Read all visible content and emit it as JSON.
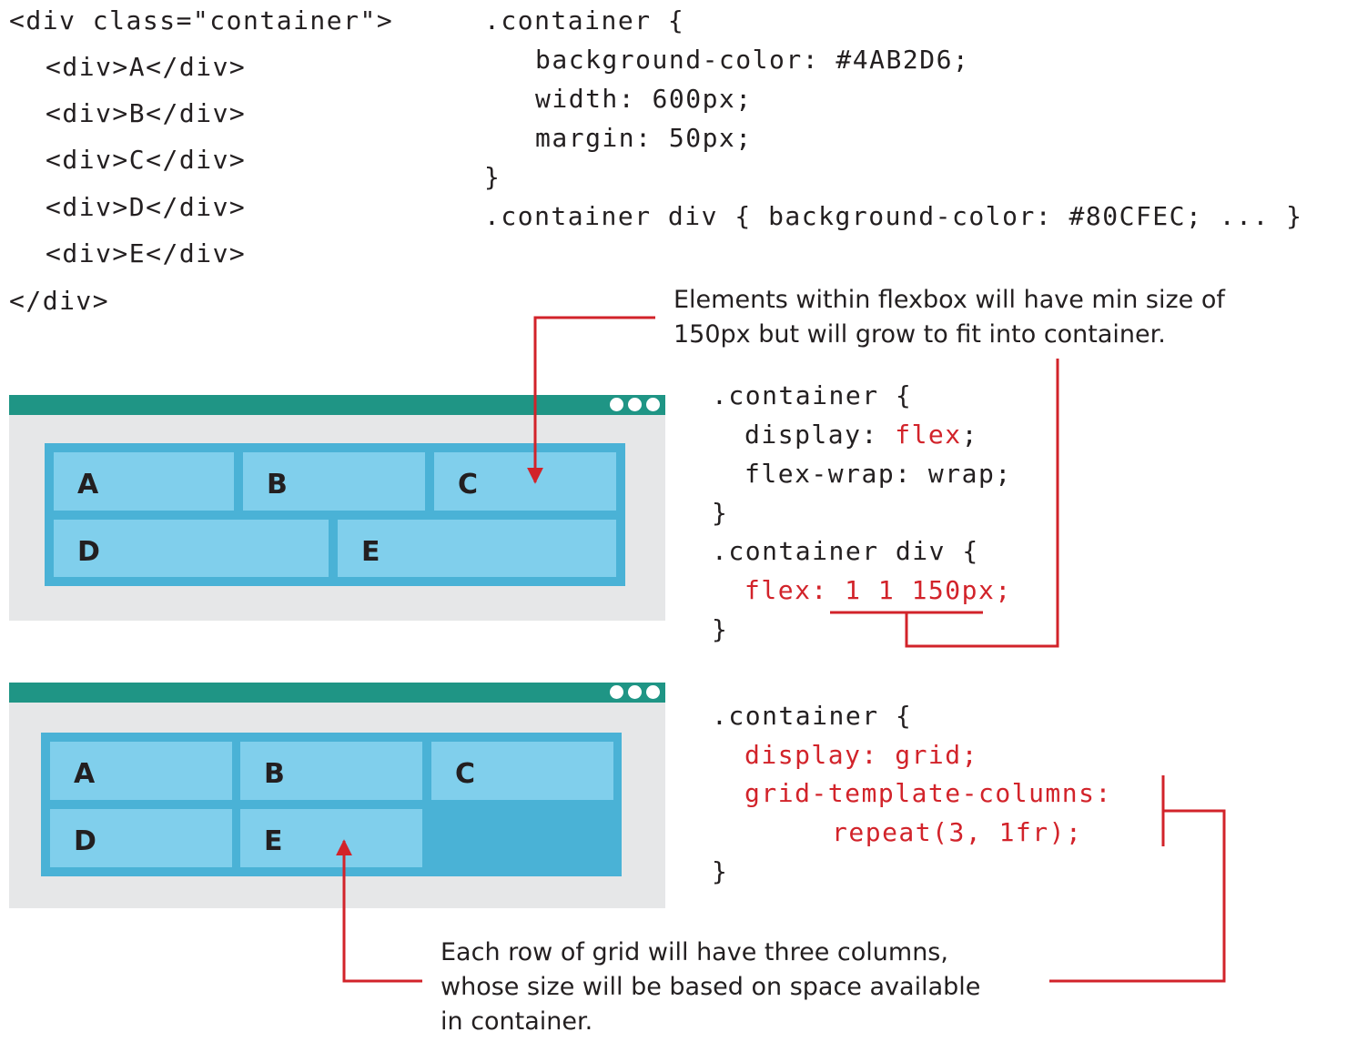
{
  "html_code": [
    "<div class=\"container\">",
    "<div>A</div>",
    "<div>B</div>",
    "<div>C</div>",
    "<div>D</div>",
    "<div>E</div>",
    "</div>"
  ],
  "base_css": [
    ".container {",
    "background-color: #4AB2D6;",
    "width: 600px;",
    "margin: 50px;",
    "}",
    ".container div { background-color: #80CFEC; ... }"
  ],
  "flex_css": {
    "l1": ".container {",
    "l2_prop": "display: ",
    "l2_val": "flex",
    "l2_end": ";",
    "l3": "flex-wrap: wrap;",
    "l4": "}",
    "l5": ".container div {",
    "l6": "flex: 1 1 150px;",
    "l7": "}"
  },
  "grid_css": {
    "l1": ".container {",
    "l2": "display: grid;",
    "l3": "grid-template-columns:",
    "l4": "repeat(3, 1fr);",
    "l5": "}"
  },
  "annotations": {
    "flex_note": "Elements within flexbox will have min size of\n150px but will grow to fit into container.",
    "grid_note": "Each row of grid will have three columns,\nwhose size will be based on space available\nin container."
  },
  "flex_items": [
    "A",
    "B",
    "C",
    "D",
    "E"
  ],
  "grid_items": [
    "A",
    "B",
    "C",
    "D",
    "E"
  ],
  "colors": {
    "container": "#4AB2D6",
    "item": "#80CFEC",
    "window_bar": "#1F9585",
    "window_bg": "#E6E7E8",
    "annotation": "#D2232A"
  }
}
